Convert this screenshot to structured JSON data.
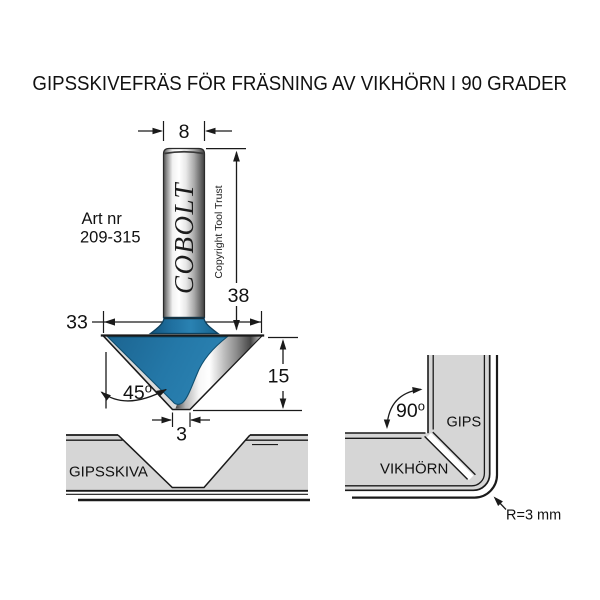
{
  "title": "GIPSSKIVEFRÄS FÖR FRÄSNING AV VIKHÖRN I 90 GRADER",
  "tool": {
    "art_label": "Art nr",
    "art_number": "209-315",
    "brand": "COBOLT",
    "copyright_note": "Copyright Tool Trust",
    "dimensions": {
      "shank_diameter_mm": "8",
      "shank_length_mm": "38",
      "cutter_diameter_mm": "33",
      "cutter_height_mm": "15",
      "tip_width_mm": "3",
      "cutting_angle_deg": "45",
      "degree_mark": "o"
    }
  },
  "groove_diagram": {
    "board_label": "GIPSSKIVA"
  },
  "fold_diagram": {
    "angle_deg": "90",
    "degree_mark": "o",
    "corner_label": "VIKHÖRN",
    "board_label": "GIPS",
    "radius_label": "R=3 mm"
  },
  "colors": {
    "cutter_blue": "#2478a8",
    "line": "#1a1a1a",
    "board_gray": "#d6d6d6"
  }
}
